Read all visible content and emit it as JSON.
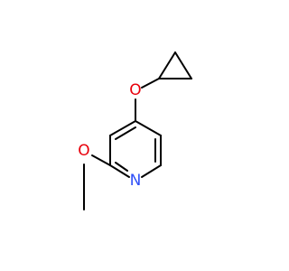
{
  "molecule": {
    "atoms": {
      "oxygen_top": {
        "symbol": "O",
        "color": "#e8000b"
      },
      "nitrogen": {
        "symbol": "N",
        "color": "#3050f8"
      },
      "oxygen_left": {
        "symbol": "O",
        "color": "#e8000b"
      }
    },
    "bond_color": "#000000"
  }
}
